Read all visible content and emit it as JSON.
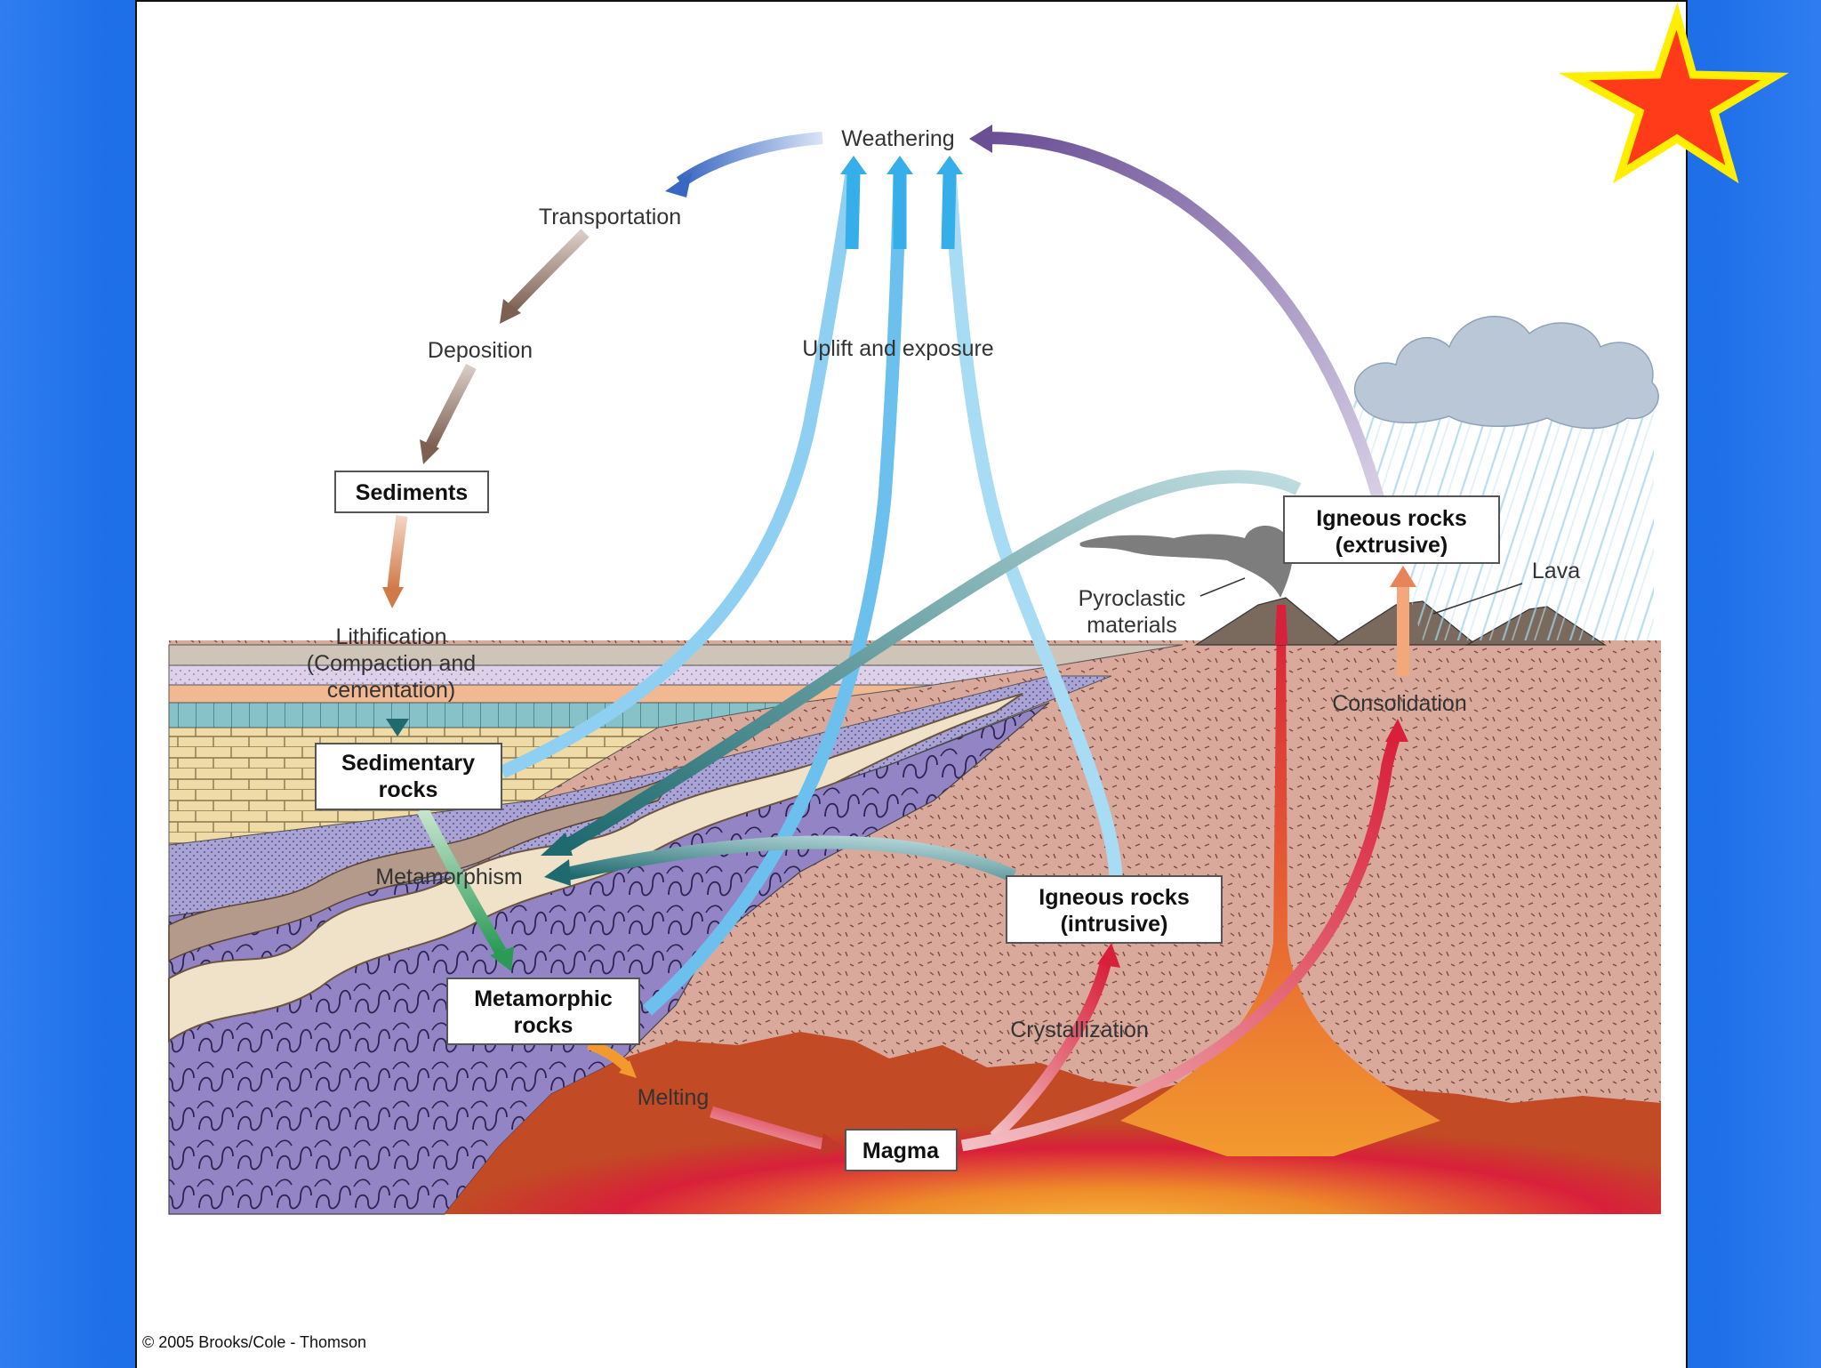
{
  "labels": {
    "weathering": "Weathering",
    "transportation": "Transportation",
    "deposition": "Deposition",
    "uplift": "Uplift and exposure",
    "lithification_1": "Lithification",
    "lithification_2": "(Compaction and",
    "lithification_3": "cementation)",
    "metamorphism": "Metamorphism",
    "melting": "Melting",
    "crystallization": "Crystallization",
    "consolidation": "Consolidation",
    "pyroclastic_1": "Pyroclastic",
    "pyroclastic_2": "materials",
    "lava": "Lava"
  },
  "boxes": {
    "sediments": "Sediments",
    "sedimentary_1": "Sedimentary",
    "sedimentary_2": "rocks",
    "metamorphic_1": "Metamorphic",
    "metamorphic_2": "rocks",
    "magma": "Magma",
    "igneous_int_1": "Igneous rocks",
    "igneous_int_2": "(intrusive)",
    "igneous_ext_1": "Igneous rocks",
    "igneous_ext_2": "(extrusive)"
  },
  "copyright": "© 2005 Brooks/Cole - Thomson",
  "colors": {
    "background_blue": "#2a82f4",
    "star_fill": "#ff3b1a",
    "star_stroke": "#ffee00",
    "uplift_arrow": "#3fb0ec",
    "magma_red": "#d8203a",
    "sedimentary_pink": "#d9a79a",
    "metamorphic_purple": "#8f7fc0"
  },
  "icons": {
    "corner_star": "star-icon"
  }
}
